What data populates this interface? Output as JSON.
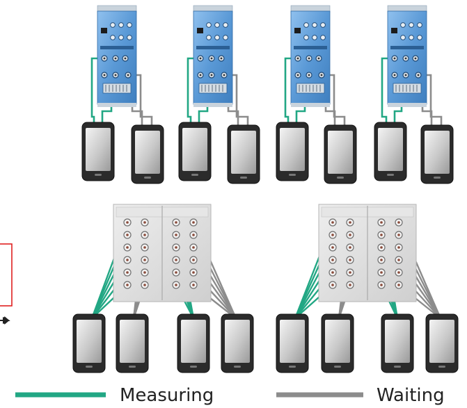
{
  "legend": {
    "measuring_label": "Measuring",
    "waiting_label": "Waiting"
  },
  "colors": {
    "measuring": "#22a784",
    "waiting": "#8c8c8c",
    "module_blue": "#4f8fcf",
    "chassis_gray": "#d9d9d9",
    "callout_border": "#e02020",
    "phone_body": "#2b2b2b"
  },
  "icons": {
    "top_modules": "network-measurement-module-icon",
    "bottom_chassis": "connector-panel-icon",
    "devices": "mobile-phone-icon",
    "callout": "callout-box"
  }
}
